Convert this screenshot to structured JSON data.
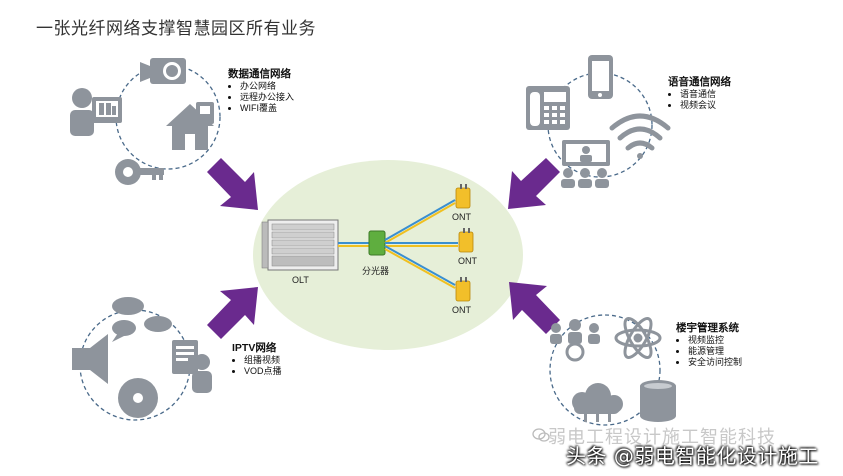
{
  "title": "一张光纤网络支撑智慧园区所有业务",
  "groups": {
    "data": {
      "head": "数据通信网络",
      "items": [
        "办公网络",
        "远程办公接入",
        "WIFI覆盖"
      ]
    },
    "voice": {
      "head": "语音通信网络",
      "items": [
        "语音通信",
        "视频会议"
      ]
    },
    "iptv": {
      "head": "IPTV网络",
      "items": [
        "组播视频",
        "VOD点播"
      ]
    },
    "building": {
      "head": "楼宇管理系统",
      "items": [
        "视频监控",
        "能源管理",
        "安全访问控制"
      ]
    }
  },
  "nodes": {
    "olt": "OLT",
    "splitter": "分光器",
    "ont1": "ONT",
    "ont2": "ONT",
    "ont3": "ONT"
  },
  "watermark": {
    "line1": "弱电工程设计施工智能科技",
    "line2": "头条 @弱电智能化设计施工"
  },
  "colors": {
    "arrow": "#6a2a8e",
    "icon": "#8e949c",
    "ellipse": "#e6efd8",
    "ont": "#f2bf2a",
    "splitter": "#5fae3f",
    "fiber_blue": "#3a8fd0",
    "fiber_yellow": "#f0c020"
  }
}
